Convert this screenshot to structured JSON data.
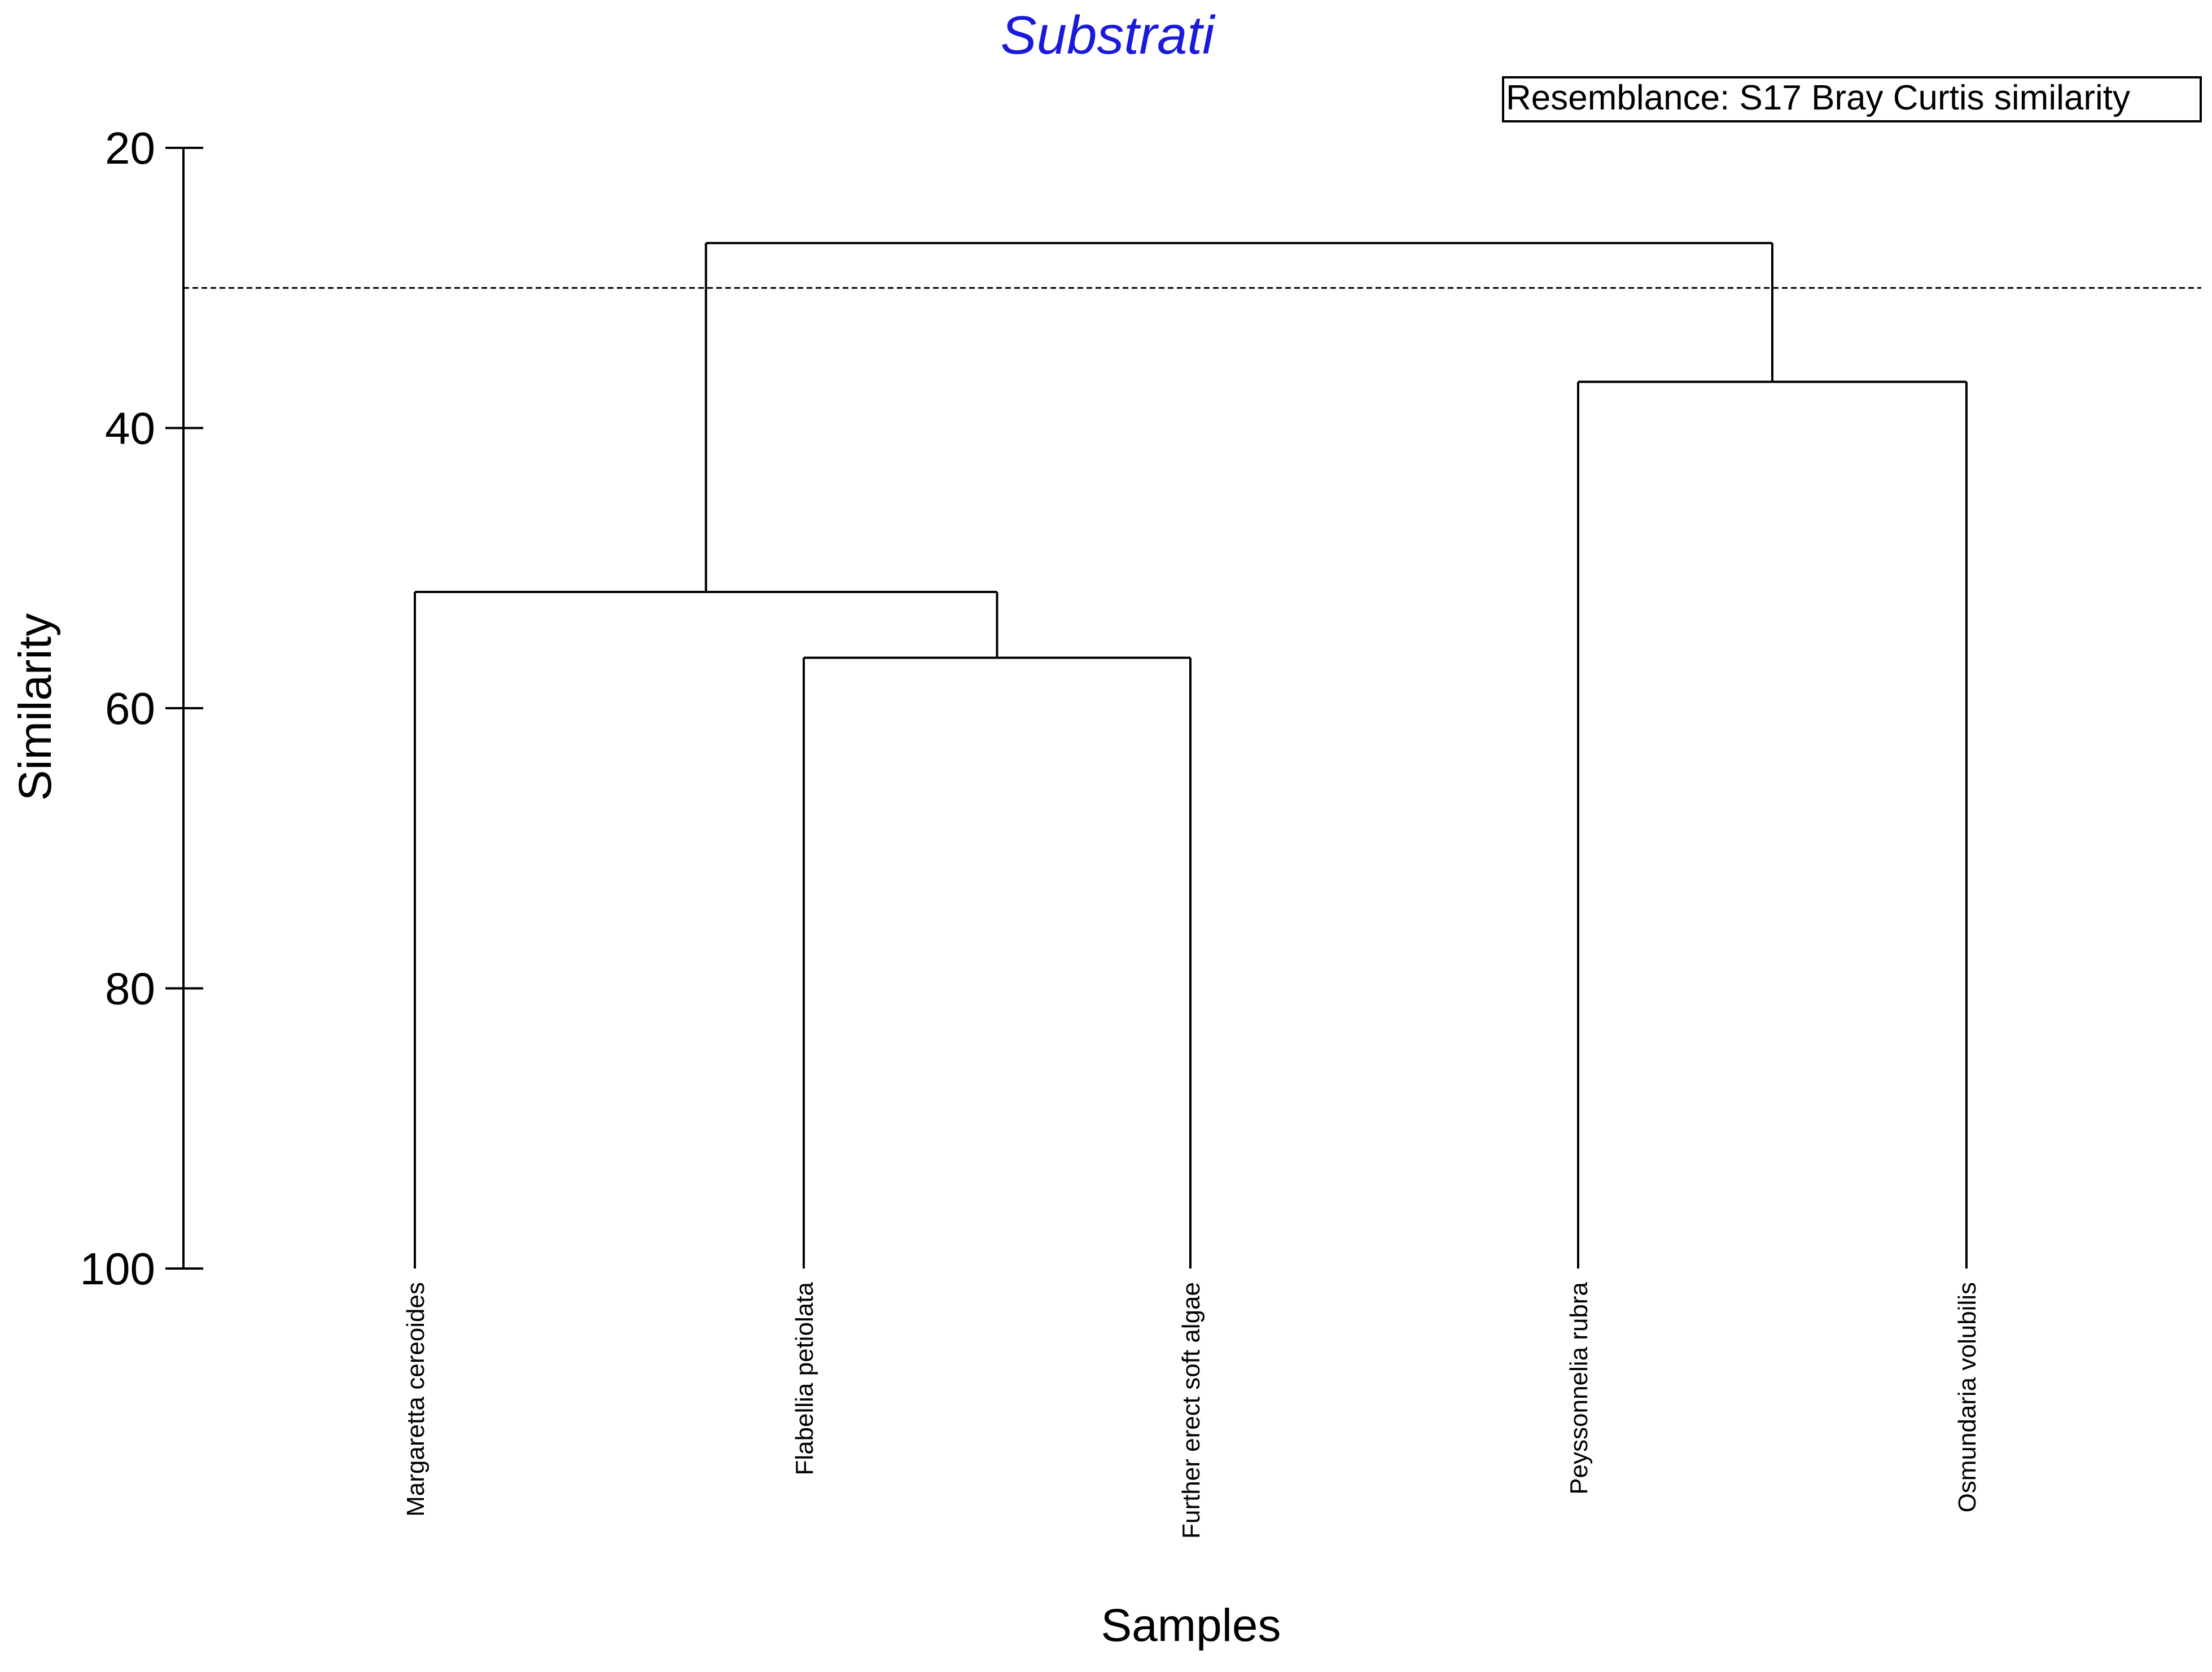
{
  "chart_data": {
    "type": "dendrogram",
    "title": "Substrati",
    "resemblance_note": "Resemblance: S17 Bray Curtis similarity",
    "xlabel": "Samples",
    "ylabel": "Similarity",
    "ylim": [
      20,
      100
    ],
    "y_ticks": [
      "20",
      "40",
      "60",
      "80",
      "100"
    ],
    "y_tick_values": [
      20,
      40,
      60,
      80,
      100
    ],
    "cutoff_similarity": 30,
    "leaves": [
      "Margaretta cereoides",
      "Flabellia petiolata",
      "Further erect soft algae",
      "Peyssonnelia rubra",
      "Osmundaria volubilis"
    ],
    "merges": [
      {
        "id": "a",
        "left": "Flabellia petiolata",
        "right": "Further erect soft algae",
        "similarity": 56.4
      },
      {
        "id": "b",
        "left": "Margaretta cereoides",
        "right": "a",
        "similarity": 51.7
      },
      {
        "id": "c",
        "left": "Peyssonnelia rubra",
        "right": "Osmundaria volubilis",
        "similarity": 36.7
      },
      {
        "id": "d",
        "left": "b",
        "right": "c",
        "similarity": 26.8
      }
    ],
    "grid": false,
    "colors": {
      "title": "#1a1adb",
      "lines": "#000000",
      "text": "#000000"
    }
  }
}
